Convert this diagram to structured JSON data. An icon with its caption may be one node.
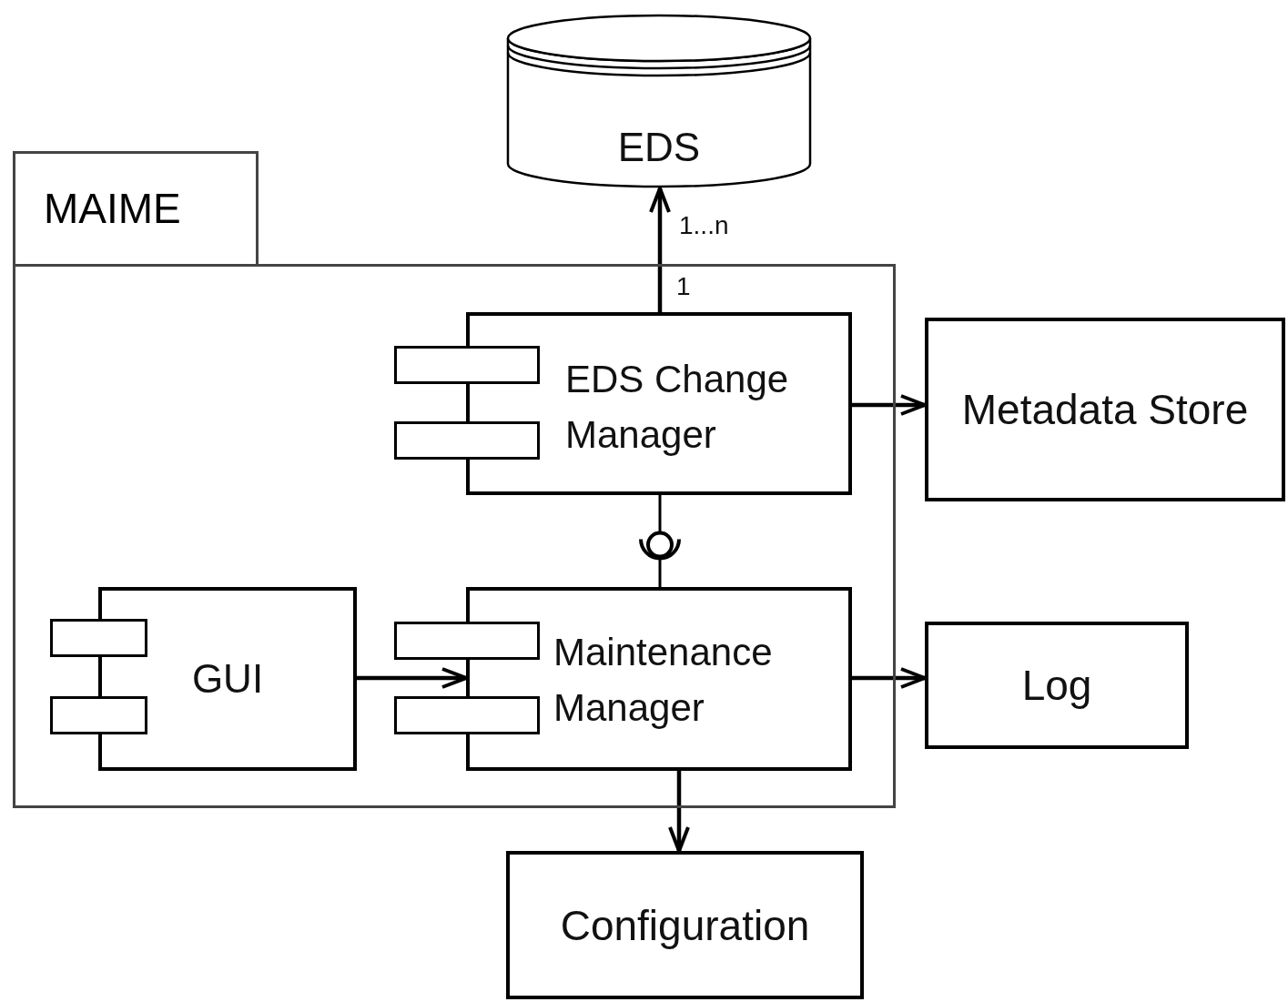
{
  "diagram": {
    "nodes": [
      {
        "text": [
          "MAIME"
        ]
      },
      {
        "text": [
          "EDS"
        ]
      },
      {
        "text": [
          "EDS Change Manager"
        ],
        "in": 0
      },
      {
        "text": [
          "Metadata Store"
        ]
      },
      {
        "text": [
          "GUI"
        ],
        "in": 0
      },
      {
        "text": [
          "Maintenance Manager"
        ],
        "in": 0
      },
      {
        "text": [
          "Log"
        ]
      },
      {
        "text": [
          "Configuration"
        ]
      }
    ],
    "edges": [
      {
        "from": 2,
        "to": 1,
        "arrow": "to"
      },
      {
        "from": 2,
        "to": 3,
        "arrow": "to"
      },
      {
        "from": 2,
        "to": 5,
        "arrow": "none"
      },
      {
        "from": 4,
        "to": 5,
        "arrow": "to"
      },
      {
        "from": 5,
        "to": 6,
        "arrow": "to"
      },
      {
        "from": 5,
        "to": 7,
        "arrow": "to"
      }
    ],
    "labels": [
      "1...n",
      "1"
    ]
  }
}
